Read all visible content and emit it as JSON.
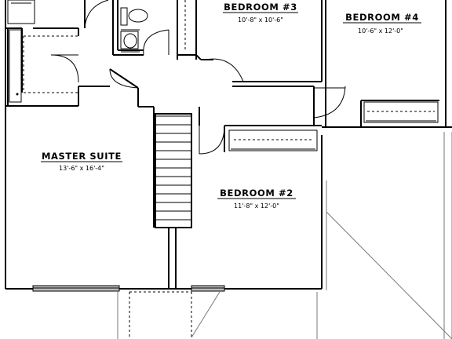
{
  "rooms": {
    "master_suite": {
      "name": "MASTER SUITE",
      "dims": "13'-6\" x 16'-4\""
    },
    "bedroom2": {
      "name": "BEDROOM #2",
      "dims": "11'-8\" x 12'-0\""
    },
    "bedroom3": {
      "name": "BEDROOM #3",
      "dims": "10'-8\" x 10'-6\""
    },
    "bedroom4": {
      "name": "BEDROOM #4",
      "dims": "10'-6\" x 12'-0\""
    }
  }
}
